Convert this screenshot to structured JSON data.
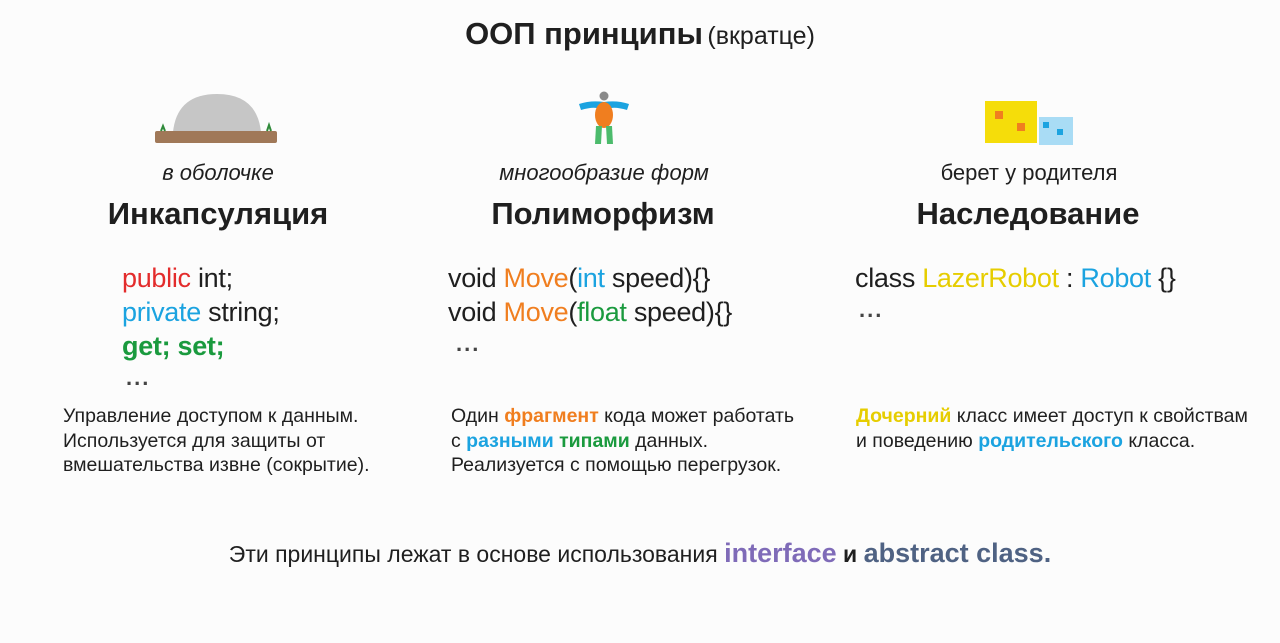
{
  "title": {
    "main": "ООП принципы",
    "sub": "(вкратце)"
  },
  "colors": {
    "red": "#e32c2c",
    "blue": "#1ba3e0",
    "green": "#1a9a3e",
    "orange": "#f07e1f",
    "yellow": "#e6cd00",
    "purple": "#7f6bb8",
    "slate": "#4f6283",
    "dome": "#c6c6c6",
    "ground": "#a07858"
  },
  "columns": [
    {
      "icon": "dome-shell-icon",
      "caption": "в оболочке",
      "heading": "Инкапсуляция",
      "code": [
        {
          "kw": "public",
          "rest": " int;"
        },
        {
          "kw": "private",
          "rest": " string;"
        },
        {
          "kw": "get; set;",
          "rest": ""
        }
      ],
      "dots": "...",
      "desc": [
        "Управление доступом к данным.",
        "Используется для защиты от",
        "вмешательства извне (сокрытие)."
      ]
    },
    {
      "icon": "shape-figure-icon",
      "caption": "многообразие форм",
      "heading": "Полиморфизм",
      "code": [
        {
          "p1": "void ",
          "method": "Move",
          "p2": "(",
          "type": "int",
          "p3": " speed){}"
        },
        {
          "p1": "void ",
          "method": "Move",
          "p2": "(",
          "type": "float",
          "p3": " speed){}"
        }
      ],
      "dots": "...",
      "desc": {
        "l1a": "Один ",
        "l1b": "фрагмент",
        "l1c": " кода может работать",
        "l2a": "с ",
        "l2b": "разными",
        "l2c": " ",
        "l2d": "типами",
        "l2e": " данных.",
        "l3": "Реализуется с помощью перегрузок."
      }
    },
    {
      "icon": "parent-child-blocks-icon",
      "caption": "берет у родителя",
      "heading": "Наследование",
      "code": {
        "p1": "class ",
        "child": "LazerRobot",
        "p2": " : ",
        "parent": "Robot",
        "p3": " {}"
      },
      "dots": "...",
      "desc": {
        "l1a": "Дочерний",
        "l1b": " класс имеет доступ к свойствам",
        "l2a": "и поведению ",
        "l2b": "родительского",
        "l2c": " класса."
      }
    }
  ],
  "footer": {
    "text": "Эти принципы лежат в основе использования ",
    "kw1": "interface",
    "and": " и ",
    "kw2": "abstract class",
    "end": "."
  }
}
